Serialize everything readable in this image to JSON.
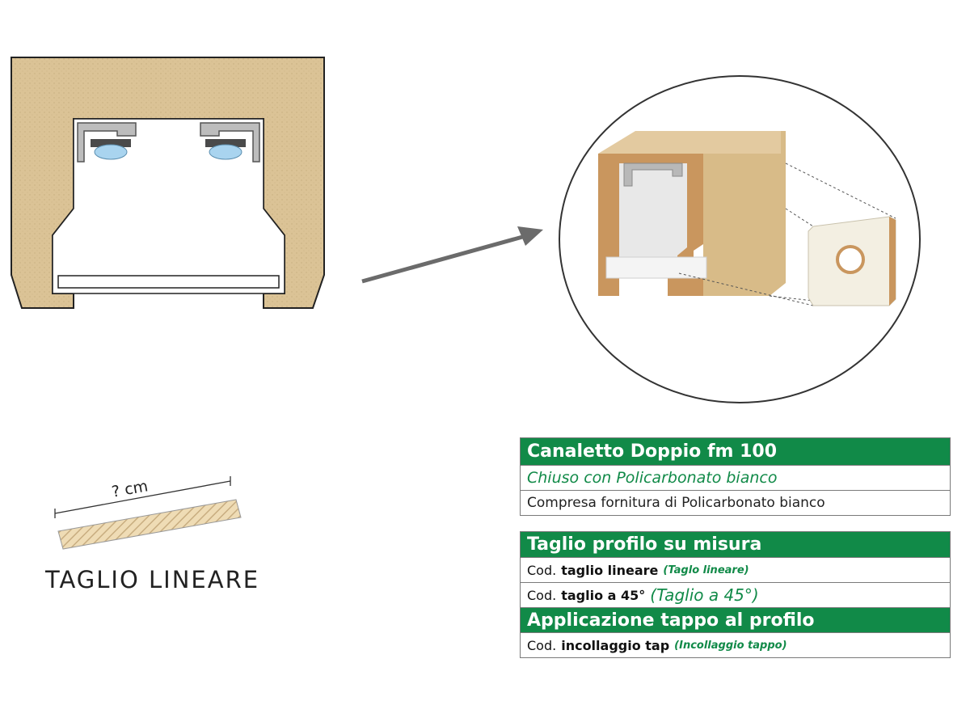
{
  "cut_diagram": {
    "dimension_label": "? cm",
    "caption": "TAGLIO LINEARE"
  },
  "product_table": {
    "title": "Canaletto Doppio fm 100",
    "subtitle": "Chiuso con Policarbonato bianco",
    "description": "Compresa fornitura di Policarbonato bianco"
  },
  "options_table": {
    "header1": "Taglio profilo su misura",
    "row1": {
      "prefix": "Cod.",
      "code": "taglio lineare",
      "note": "(Taglo lineare)"
    },
    "row2": {
      "prefix": "Cod.",
      "code": "taglio a 45°",
      "note": "(Taglio a 45°)"
    },
    "header2": "Applicazione tappo al profilo",
    "row3": {
      "prefix": "Cod.",
      "code": "incollaggio tap",
      "note": "(Incollaggio tappo)"
    }
  },
  "colors": {
    "green": "#118a48",
    "mdf": "#d9c194",
    "mdf_dark": "#c9ae7d",
    "outline": "#222222"
  }
}
